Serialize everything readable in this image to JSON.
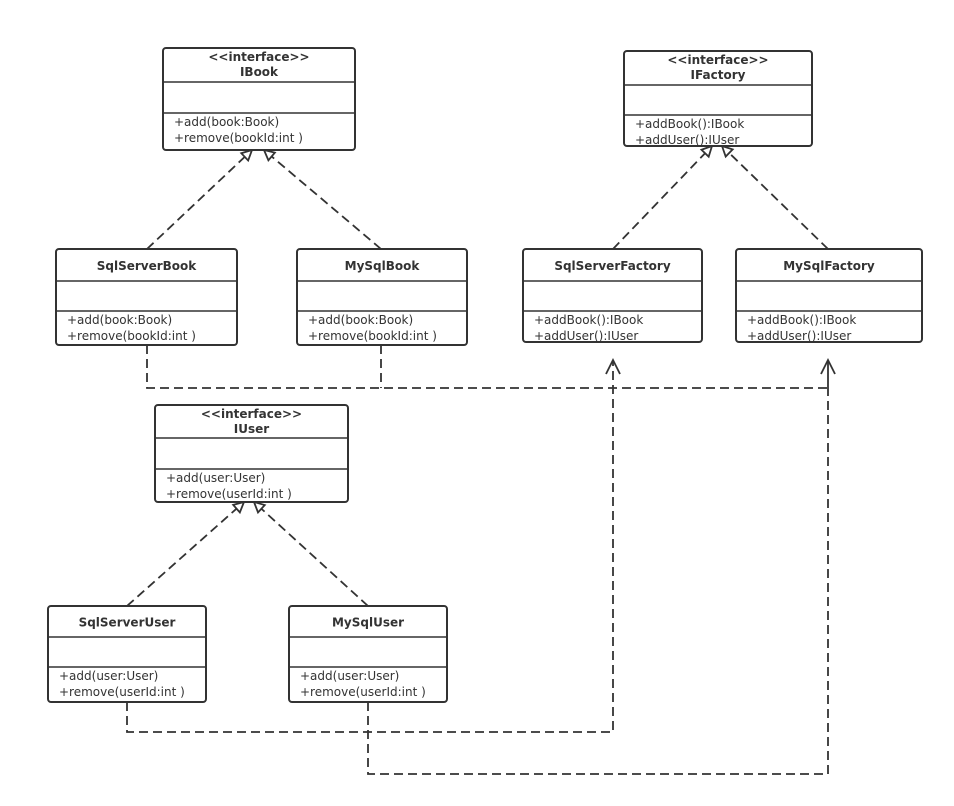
{
  "classes": [
    {
      "id": "IBook",
      "stereotype": "<<interface>>",
      "name": "IBook",
      "methods": [
        "+add(book:Book)",
        "+remove(bookId:int )"
      ]
    },
    {
      "id": "IFactory",
      "stereotype": "<<interface>>",
      "name": "IFactory",
      "methods": [
        "+addBook():IBook",
        "+addUser():IUser"
      ]
    },
    {
      "id": "SqlServerBook",
      "name": "SqlServerBook",
      "methods": [
        "+add(book:Book)",
        "+remove(bookId:int )"
      ]
    },
    {
      "id": "MySqlBook",
      "name": "MySqlBook",
      "methods": [
        "+add(book:Book)",
        "+remove(bookId:int )"
      ]
    },
    {
      "id": "SqlServerFactory",
      "name": "SqlServerFactory",
      "methods": [
        "+addBook():IBook",
        "+addUser():IUser"
      ]
    },
    {
      "id": "MySqlFactory",
      "name": "MySqlFactory",
      "methods": [
        "+addBook():IBook",
        "+addUser():IUser"
      ]
    },
    {
      "id": "IUser",
      "stereotype": "<<interface>>",
      "name": "IUser",
      "methods": [
        "+add(user:User)",
        "+remove(userId:int )"
      ]
    },
    {
      "id": "SqlServerUser",
      "name": "SqlServerUser",
      "methods": [
        "+add(user:User)",
        "+remove(userId:int )"
      ]
    },
    {
      "id": "MySqlUser",
      "name": "MySqlUser",
      "methods": [
        "+add(user:User)",
        "+remove(userId:int )"
      ]
    }
  ],
  "relations": [
    {
      "type": "realization",
      "from": "SqlServerBook",
      "to": "IBook"
    },
    {
      "type": "realization",
      "from": "MySqlBook",
      "to": "IBook"
    },
    {
      "type": "realization",
      "from": "SqlServerFactory",
      "to": "IFactory"
    },
    {
      "type": "realization",
      "from": "MySqlFactory",
      "to": "IFactory"
    },
    {
      "type": "realization",
      "from": "SqlServerUser",
      "to": "IUser"
    },
    {
      "type": "realization",
      "from": "MySqlUser",
      "to": "IUser"
    },
    {
      "type": "dependency",
      "from": "SqlServerBook",
      "to": "MySqlFactory"
    },
    {
      "type": "dependency",
      "from": "MySqlBook",
      "to": "MySqlFactory"
    },
    {
      "type": "dependency",
      "from": "SqlServerUser",
      "to": "SqlServerFactory"
    },
    {
      "type": "dependency",
      "from": "MySqlUser",
      "to": "MySqlFactory"
    }
  ]
}
